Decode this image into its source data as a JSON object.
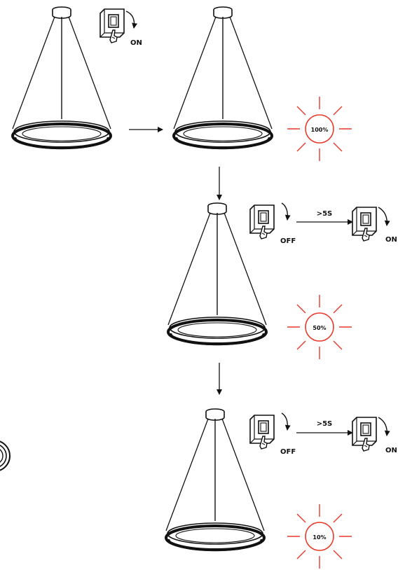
{
  "colors": {
    "ink": "#111111",
    "sun": "#e8392c"
  },
  "steps": [
    {
      "switch_labels": [
        "ON"
      ],
      "timing": "",
      "brightness": "100%"
    },
    {
      "switch_labels": [
        "OFF",
        "ON"
      ],
      "timing": ">5S",
      "brightness": "50%"
    },
    {
      "switch_labels": [
        "OFF",
        "ON"
      ],
      "timing": ">5S",
      "brightness": "10%"
    }
  ]
}
